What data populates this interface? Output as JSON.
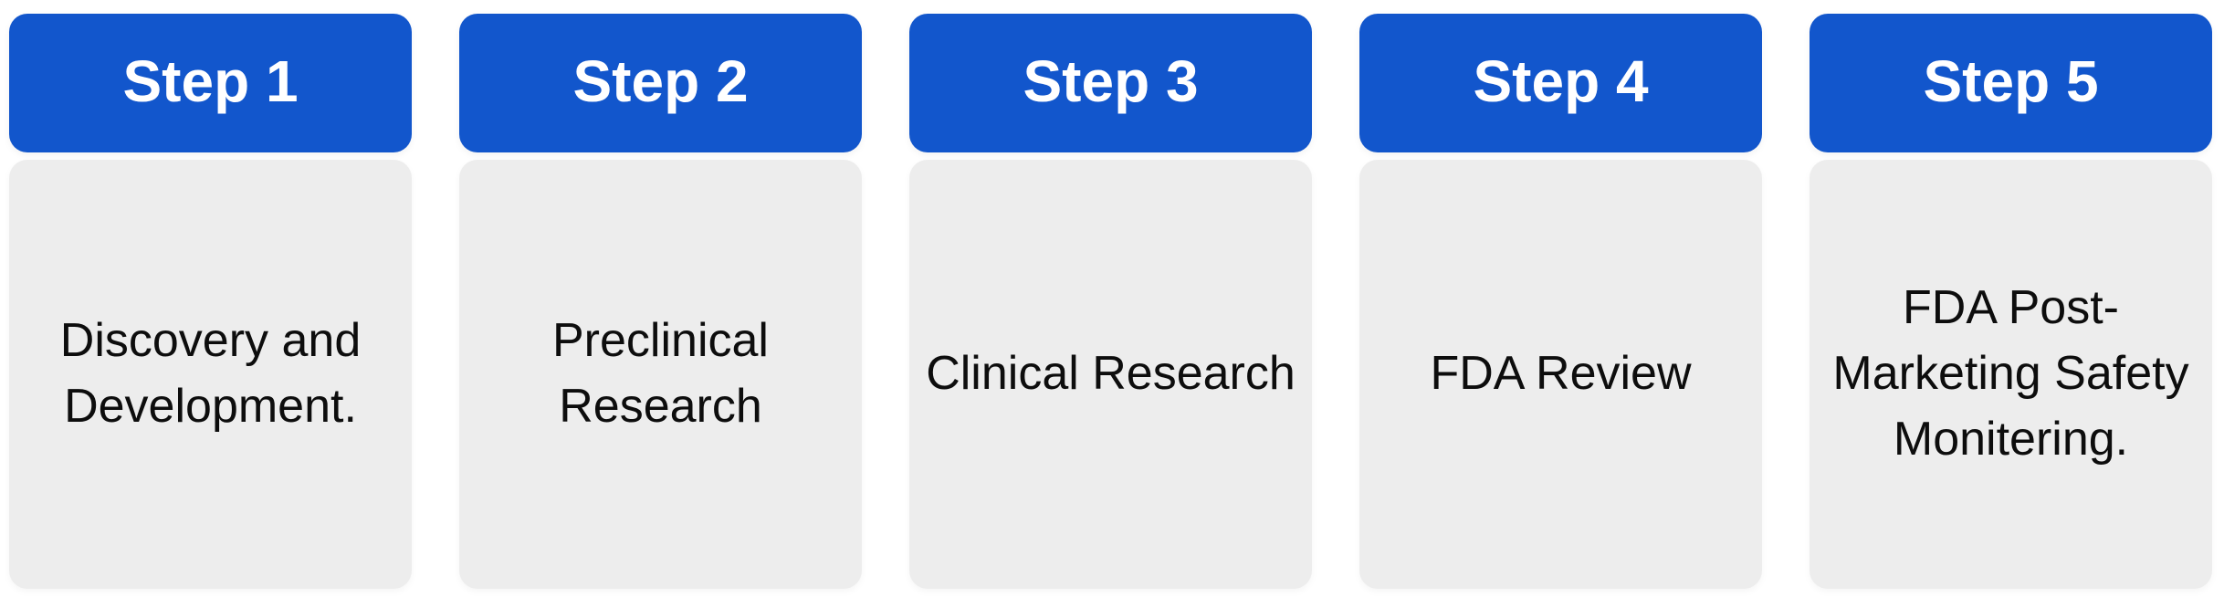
{
  "colors": {
    "header_bg": "#1256cc",
    "header_text": "#ffffff",
    "body_bg": "#ededed",
    "body_text": "#0d0d0d",
    "page_bg": "#ffffff"
  },
  "steps": [
    {
      "title": "Step 1",
      "description": "Discovery and Development."
    },
    {
      "title": "Step 2",
      "description": "Preclinical Research"
    },
    {
      "title": "Step 3",
      "description": "Clinical Research"
    },
    {
      "title": "Step 4",
      "description": "FDA Review"
    },
    {
      "title": "Step 5",
      "description": "FDA Post-Marketing Safety Monitering."
    }
  ]
}
